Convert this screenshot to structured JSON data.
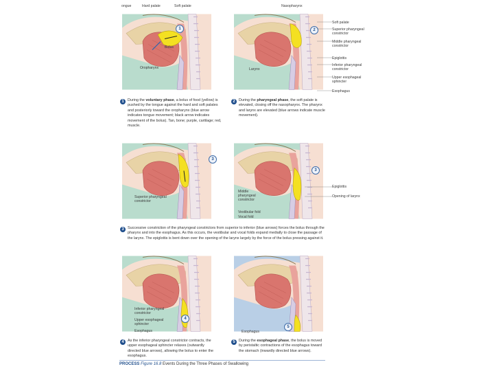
{
  "top_labels": {
    "tongue": "ongue",
    "hard_palate": "Hard palate",
    "soft_palate": "Soft palate",
    "nasopharynx": "Nasopharynx"
  },
  "panel1": {
    "bolus": "Bolus",
    "oropharynx": "Oropharynx",
    "caption_pre": "During the ",
    "caption_bold": "voluntary phase",
    "caption_post": ", a bolus of food (yellow) is pushed by the tongue against the hard and soft palates and posteriorly toward the oropharynx (blue arrow indicates tongue movement; black arrow indicates movement of the bolus). Tan, bone; purple, cartilage; red, muscle."
  },
  "panel2": {
    "larynx": "Larynx",
    "right_labels": [
      "Soft palate",
      "Superior pharyngeal constrictor",
      "Middle pharyngeal constrictor",
      "Epiglottis",
      "Inferior pharyngeal constrictor",
      "Upper esophageal sphincter",
      "Esophagus"
    ],
    "caption_pre": "During the ",
    "caption_bold": "pharyngeal phase",
    "caption_post": ", the soft palate is elevated, closing off the nasopharynx. The pharynx and larynx are elevated (blue arrows indicate muscle movement)."
  },
  "panel3": {
    "left_label": "Superior pharyngeal constrictor",
    "mid_labels": [
      "Middle pharyngeal constrictor",
      "Vestibular fold",
      "Vocal fold"
    ],
    "right_labels": [
      "Epiglottis",
      "Opening of larynx"
    ],
    "caption": "Successive constriction of the pharyngeal constrictors from superior to inferior (blue arrows) forces the bolus through the pharynx and into the esophagus. As this occurs, the vestibular and vocal folds expand medially to close the passage of the larynx. The epiglottis is bent down over the opening of the larynx largely by the force of the bolus pressing against it."
  },
  "panel4": {
    "labels": [
      "Inferior pharyngeal constrictor",
      "Upper esophageal sphincter",
      "Esophagus"
    ],
    "caption": "As the inferior pharyngeal constrictor contracts, the upper esophageal sphincter relaxes (outwardly directed blue arrows), allowing the bolus to enter the esophagus."
  },
  "panel5": {
    "label": "Esophagus",
    "caption_pre": "During the ",
    "caption_bold": "esophageal phase",
    "caption_post": ", the bolus is moved by peristaltic contractions of the esophagus toward the stomach (inwardly directed blue arrows)."
  },
  "step_numbers": [
    "1",
    "2",
    "3",
    "4",
    "5"
  ],
  "footer": {
    "process": "PROCESS",
    "figure": "Figure 16.8",
    "title": "Events During the Three Phases of Swallowing"
  },
  "colors": {
    "background_tint": "#b9dccd",
    "esophageal_tint": "#b9cfe6",
    "muscle": "#d9756e",
    "bolus": "#f4e022",
    "accent": "#1f4e8c"
  }
}
